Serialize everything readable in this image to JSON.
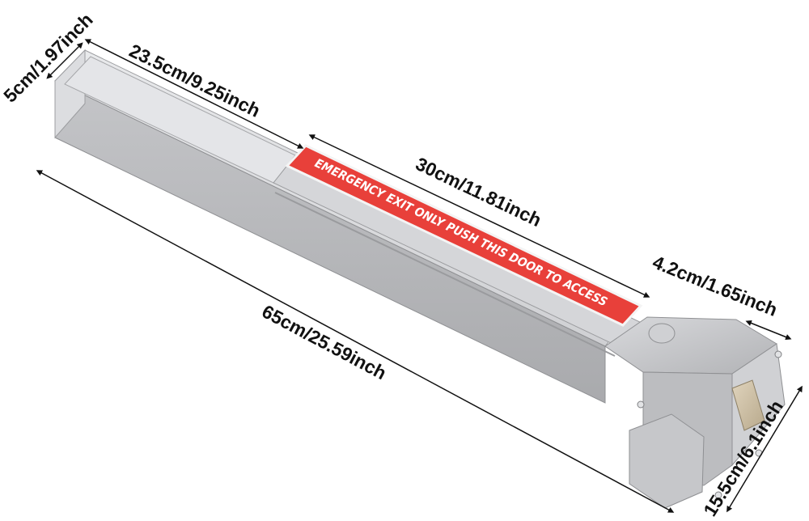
{
  "product": {
    "sign_text": "EMERGENCY EXIT ONLY  PUSH THIS DOOR TO ACCESS",
    "colors": {
      "body": "#c9cacc",
      "sign": "#e8403a",
      "latch": "#cfc1a6"
    }
  },
  "dimensions": {
    "bar_height": "5cm/1.97inch",
    "end_section_length": "23.5cm/9.25inch",
    "push_pad_length": "30cm/11.81inch",
    "total_length": "65cm/25.59inch",
    "head_depth": "4.2cm/1.65inch",
    "head_height": "15.5cm/6.1inch"
  }
}
